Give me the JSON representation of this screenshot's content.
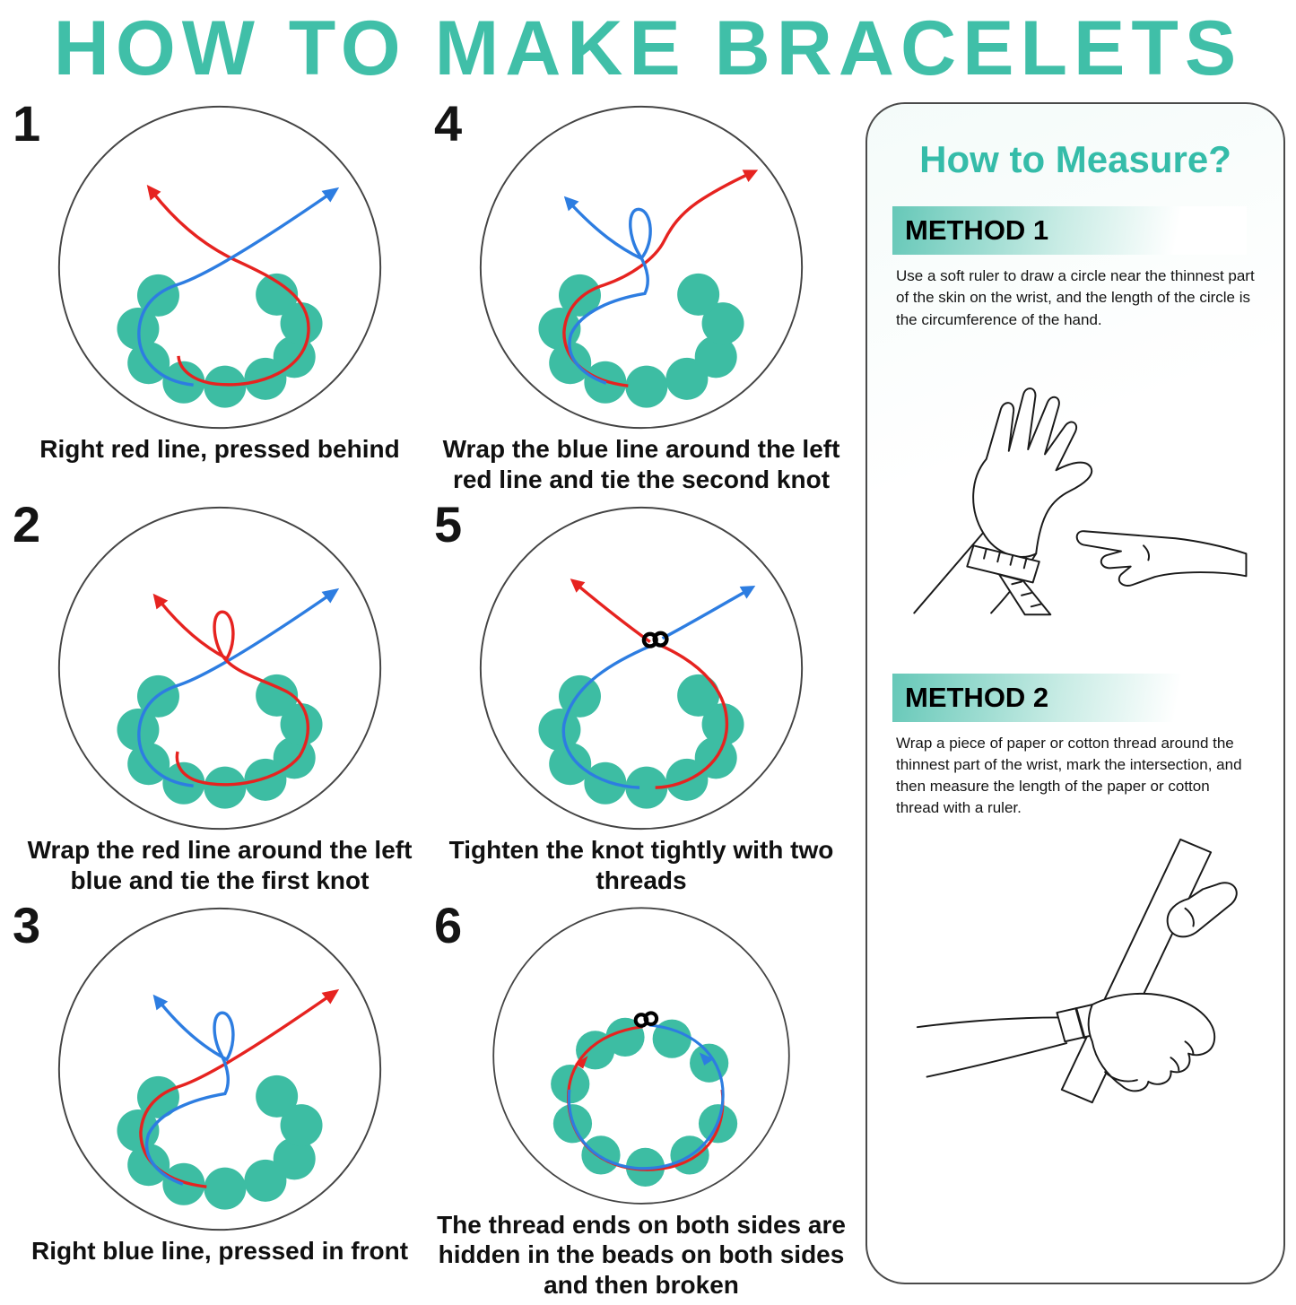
{
  "title": "HOW TO MAKE BRACELETS",
  "colors": {
    "accent_teal": "#40BFA8",
    "bead_teal": "#3DBDA3",
    "thread_red": "#E62320",
    "thread_blue": "#2D7DE1",
    "knot_black": "#000000"
  },
  "steps": [
    {
      "number": "1",
      "caption": "Right red line, pressed behind"
    },
    {
      "number": "2",
      "caption": "Wrap the red line around the left blue and tie the first knot"
    },
    {
      "number": "3",
      "caption": "Right blue line, pressed in front"
    },
    {
      "number": "4",
      "caption": "Wrap the blue line around the left red line and tie the second knot"
    },
    {
      "number": "5",
      "caption": "Tighten the knot tightly with two threads"
    },
    {
      "number": "6",
      "caption": "The thread ends on both sides are hidden in the beads on both sides and then broken"
    }
  ],
  "measure_panel": {
    "title": "How to Measure?",
    "methods": [
      {
        "label": "METHOD 1",
        "text": "Use a soft ruler to draw a circle near the thinnest part of the skin on the wrist, and the length of the circle is the circumference of the hand."
      },
      {
        "label": "METHOD 2",
        "text": "Wrap a piece of paper or cotton thread around the thinnest part of the wrist, mark the intersection, and then measure the length of the paper or cotton thread with a ruler."
      }
    ]
  }
}
